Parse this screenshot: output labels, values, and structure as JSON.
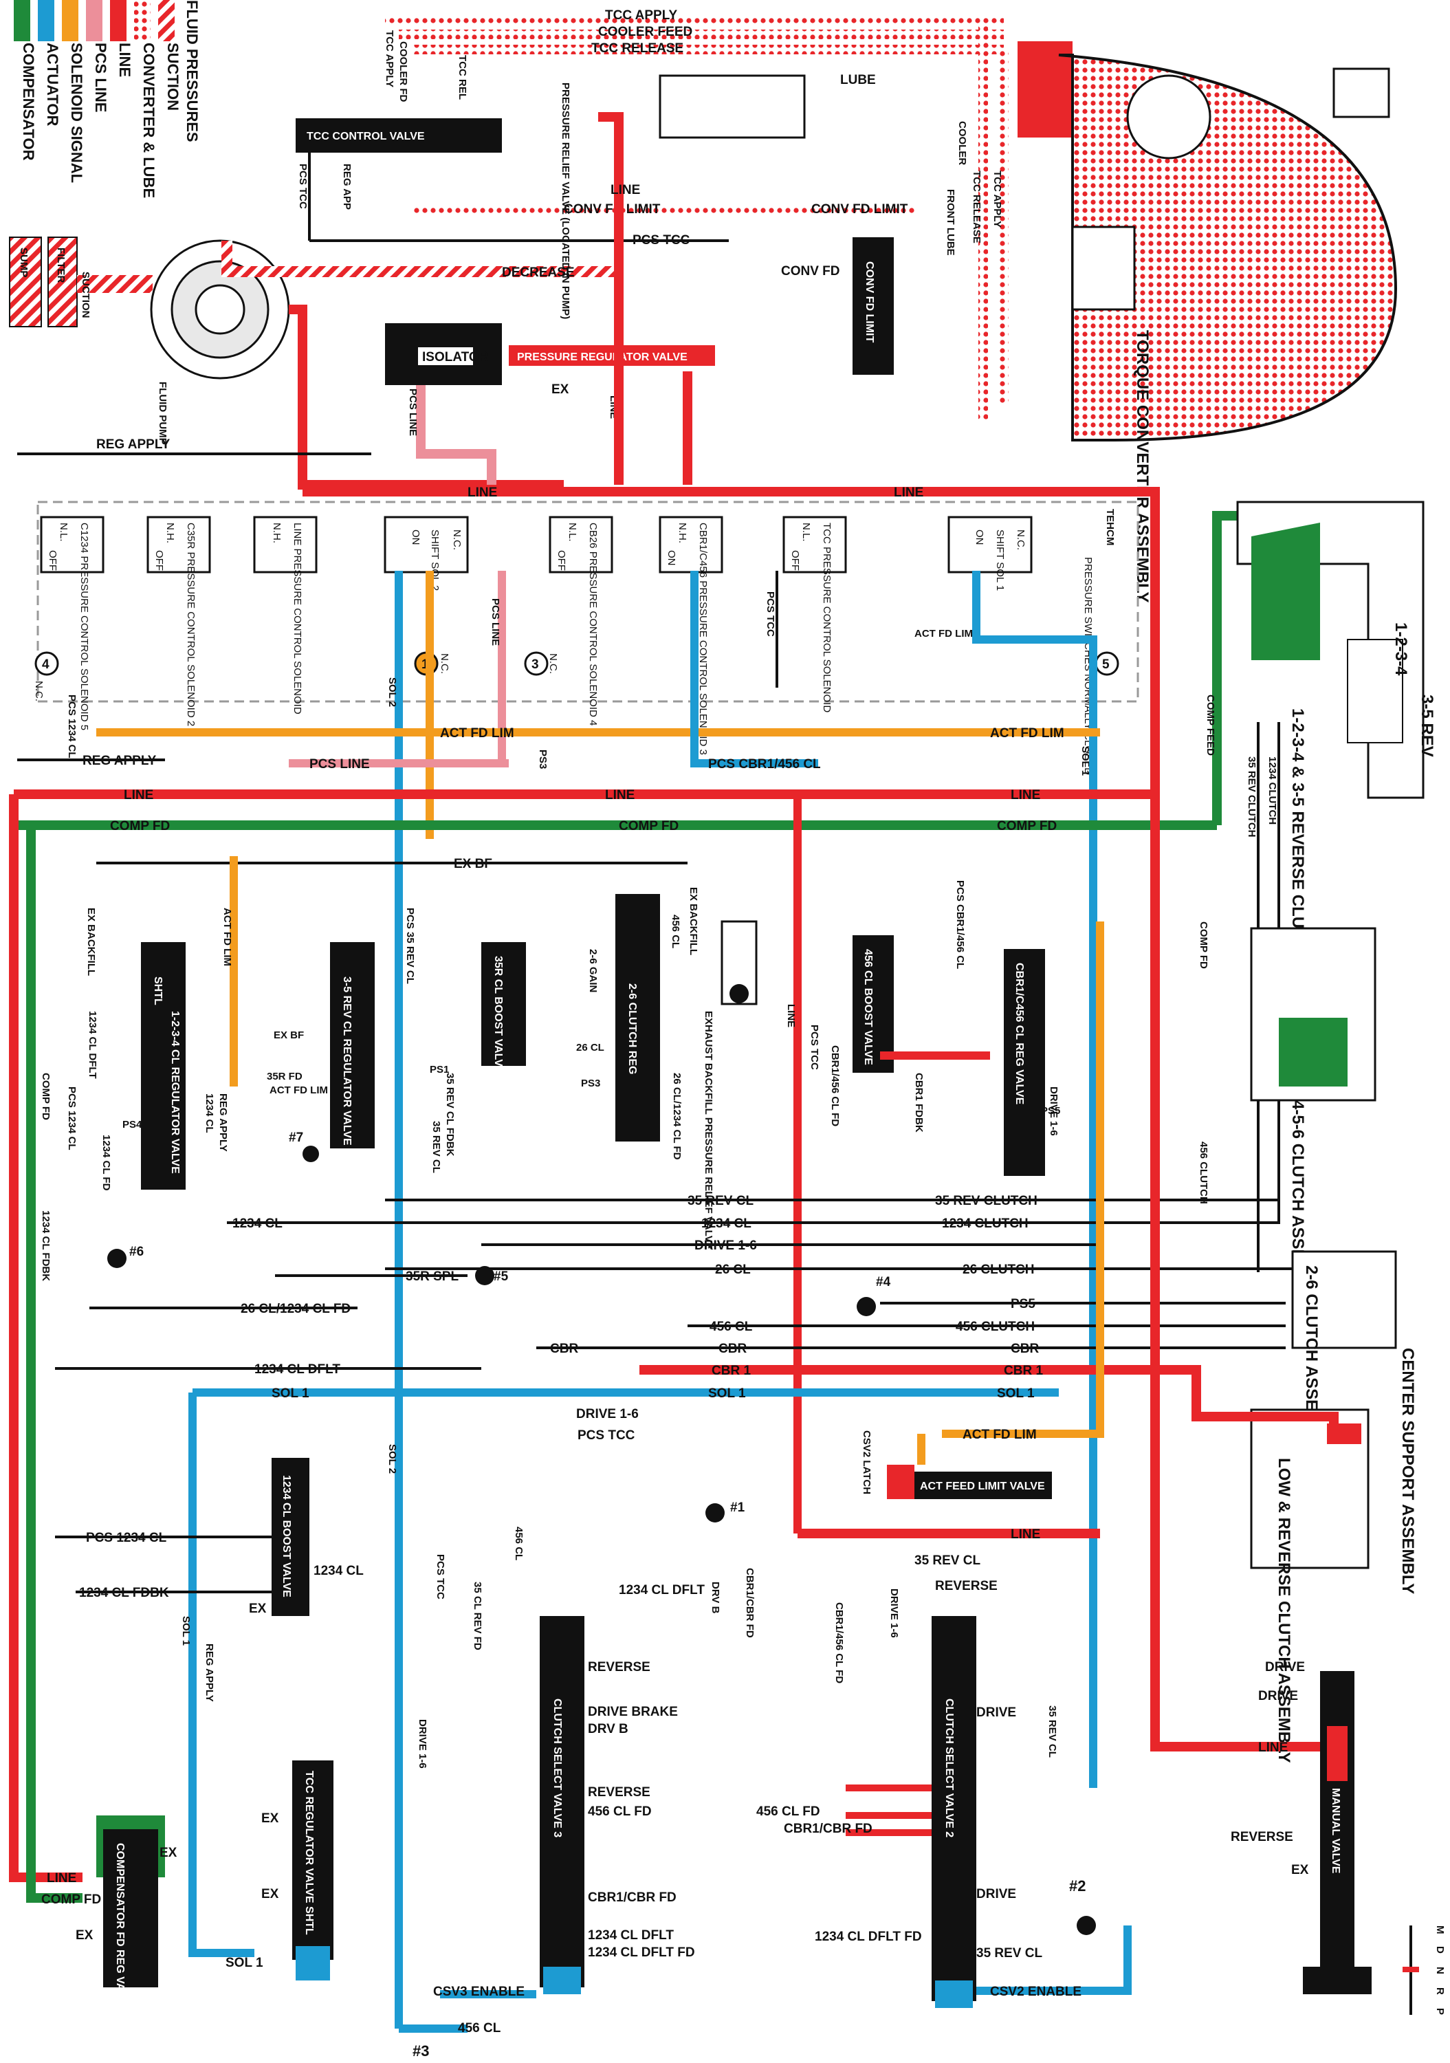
{
  "legend": {
    "title": "FLUID PRESSURES",
    "items": [
      {
        "label": "SUCTION",
        "color": "#e8262a",
        "pattern": "hatch"
      },
      {
        "label": "CONVERTER & LUBE",
        "color": "#e8262a",
        "pattern": "dots"
      },
      {
        "label": "LINE",
        "color": "#e8262a",
        "pattern": "solid"
      },
      {
        "label": "PCS LINE",
        "color": "#ec8f9a",
        "pattern": "solid"
      },
      {
        "label": "SOLENOID SIGNAL",
        "color": "#f39c1e",
        "pattern": "solid"
      },
      {
        "label": "ACTUATOR",
        "color": "#1d9bd2",
        "pattern": "solid"
      },
      {
        "label": "COMPENSATOR",
        "color": "#1f8a3a",
        "pattern": "solid"
      }
    ]
  },
  "colors": {
    "line": "#e8262a",
    "pcs_line": "#ec8f9a",
    "solenoid_signal": "#f39c1e",
    "actuator": "#1d9bd2",
    "compensator": "#1f8a3a",
    "exhaust": "#ffffff",
    "valve_body": "#111111"
  },
  "pump_area": {
    "sump": "SUMP",
    "filter": "FILTER",
    "suction": "SUCTION",
    "fluid_pump": "FLUID PUMP",
    "decrease": "DECREASE",
    "reg_apply": "REG APPLY",
    "isolator": "ISOLATOR",
    "pressure_regulator_valve": "PRESSURE REGULATOR VALVE",
    "ex": "EX",
    "pcs_line": "PCS LINE",
    "line": "LINE",
    "conv_fd": "CONV FD"
  },
  "tcc_area": {
    "tcc_apply": "TCC APPLY",
    "cooler_feed": "COOLER FEED",
    "tcc_release": "TCC RELEASE",
    "cooler_fd": "COOLER FD",
    "tcc_rel": "TCC REL",
    "tcc_control_valve": "TCC CONTROL VALVE",
    "reg_app": "REG APP",
    "pcs_tcc": "PCS TCC",
    "pressure_relief_valve": "PRESSURE RELIEF VALVE (LOCATED IN PUMP)",
    "lube": "LUBE",
    "cooler": "COOLER",
    "front_lube": "FRONT LUBE",
    "conv_fd_limit": "CONV FD LIMIT",
    "conv_fd_limit_valve": "CONV FD LIMIT",
    "tcc_apply_v": "TCC APPLY",
    "tcc_release_v": "TCC RELEASE",
    "line": "LINE"
  },
  "assemblies": {
    "torque_converter": "TORQUE CONVERTER ASSEMBLY",
    "clutch_1234_35rev": "1-2-3-4 & 3-5 REVERSE CLUTCH ASSEMBLY",
    "tag_1234": "1-2-3-4",
    "tag_35rev": "3-5 REV",
    "clutch_456": "4-5-6 CLUTCH ASSEMBLY",
    "clutch_26": "2-6 CLUTCH ASSEMBLY",
    "center_support": "CENTER SUPPORT ASSEMBLY",
    "low_reverse": "LOW & REVERSE CLUTCH ASSEMBLY"
  },
  "solenoids": [
    {
      "name": "C1234 PRESSURE CONTROL SOLENOID 5",
      "type": "N.L.",
      "state": "OFF"
    },
    {
      "name": "C35R PRESSURE CONTROL SOLENOID 2",
      "type": "N.H.",
      "state": "OFF"
    },
    {
      "name": "LINE PRESSURE CONTROL SOLENOID",
      "type": "N.H.",
      "state": ""
    },
    {
      "name": "SHIFT SOL 2",
      "type": "N.C.",
      "state": "ON"
    },
    {
      "name": "CB26 PRESSURE CONTROL SOLENOID 4",
      "type": "N.L.",
      "state": "OFF"
    },
    {
      "name": "CBR1/C456 PRESSURE CONTROL SOLENOID 3",
      "type": "N.H.",
      "state": "ON"
    },
    {
      "name": "TCC PRESSURE CONTROL SOLENOID",
      "type": "N.L.",
      "state": "OFF"
    },
    {
      "name": "SHIFT SOL 1",
      "type": "N.C.",
      "state": "ON"
    }
  ],
  "tehcm": {
    "label": "TEHCM",
    "switches": "PRESSURE SWITCHES NORMALLY CLOSED",
    "nc": "N.C.",
    "sw1": "1",
    "sw3": "3",
    "sw4": "4",
    "sw5": "5",
    "act_fd_lim": "ACT FD LIM",
    "pcs_line": "PCS LINE",
    "sol2": "SOL 2",
    "sol1": "SOL 1",
    "pcs_tcc": "PCS TCC",
    "pcs_1234_cl": "PCS 1234 CL",
    "ps3": "PS3"
  },
  "buses": {
    "line": "LINE",
    "comp_fd": "COMP FD",
    "act_fd_lim": "ACT FD LIM",
    "pcs_line": "PCS LINE",
    "reg_apply": "REG APPLY",
    "pcs_cbr1_456_cl": "PCS CBR1/456 CL",
    "ex_bf": "EX BF",
    "comp_feed": "COMP FEED",
    "cl_35_rev": "35 REV CLUTCH",
    "cl_1234": "1234 CLUTCH",
    "comp_fd_r": "COMP FD",
    "ps5": "PS5",
    "sol1": "SOL 1",
    "cl_456": "456 CLUTCH"
  },
  "mid_valves": {
    "shtl_1234": "1-2-3-4 CL REGULATOR VALVE",
    "shtl": "SHTL",
    "rev_35_reg": "3-5 REV CL REGULATOR VALVE",
    "boost_35r": "35R CL BOOST VALVE",
    "gain_26": "2-6 GAIN",
    "clutch_reg_26": "2-6 CLUTCH REG",
    "exhaust_backfill": "EXHAUST BACKFILL PRESSURE RELIEF VALVE",
    "boost_456": "456 CL BOOST VALVE",
    "reg_cbr1_456": "CBR1/C456 CL REG VALVE",
    "ex_backfill": "EX BACKFILL",
    "pcs_35_rev_cl": "PCS 35 REV CL",
    "ex": "EX",
    "ex_bf": "EX BF",
    "act_fd_lim": "ACT FD LIM",
    "rev_35_fd": "35R FD",
    "reg_apply": "REG APPLY",
    "cl_1234": "1234 CL",
    "ps4": "PS4",
    "pcs_1234_cl": "PCS 1234 CL",
    "cl_1234_dflt": "1234 CL DFLT",
    "cl_1234_fd": "1234 CL FD",
    "ps1": "PS1",
    "rev_cl_fdbk_35": "35 REV CL FDBK",
    "rev_cl_35": "35 REV CL",
    "cl_26": "26 CL",
    "ps3": "PS3",
    "cl_26_1234_fd": "26 CL/1234 CL FD",
    "cl_456": "456 CL",
    "pcs_cbr1_456_cl": "PCS CBR1/456 CL",
    "cbr1_456_cl_fd": "CBR1/456 CL FD",
    "cbr1_fdbk": "CBR1 FDBK",
    "drive_16": "DRIVE 1-6",
    "ps5": "PS5",
    "line": "LINE",
    "pcs_tcc": "PCS TCC",
    "sol2": "SOL 2",
    "chk7": "#7",
    "chk6": "#6",
    "cl_1234_fdbk": "1234 CL FDBK",
    "comp_fd": "COMP FD",
    "cl_35_rev_r": "35 REV CLUTCH",
    "cl_1234_r": "1234 CLUTCH",
    "cl_456_r": "456 CLUTCH"
  },
  "lower_buses": {
    "rev_cl_35": "35 REV CL",
    "rev_clutch_35": "35 REV CLUTCH",
    "cl_1234": "1234 CL",
    "clutch_1234": "1234 CLUTCH",
    "drive_16": "DRIVE 1-6",
    "cl_26": "26 CL",
    "clutch_26": "26 CLUTCH",
    "spl_35r": "35R SPL",
    "chk5": "#5",
    "chk4": "#4",
    "cl_26_1234_fd": "26 CL/1234 CL FD",
    "ps5": "PS5",
    "cl_456": "456 CL",
    "clutch_456": "456 CLUTCH",
    "cbr": "CBR",
    "cl_1234_dflt": "1234 CL DFLT",
    "cbr1": "CBR 1",
    "sol1": "SOL 1",
    "pcs_tcc": "PCS TCC",
    "act_fd_lim": "ACT FD LIM",
    "act_feed_limit_valve": "ACT FEED LIMIT VALVE",
    "line": "LINE",
    "clutch_26_v": "26 CLUTCH"
  },
  "bottom_area": {
    "boost_1234": "1234 CL BOOST VALVE",
    "pcs_1234_cl": "PCS 1234 CL",
    "cl_1234_fdbk": "1234 CL FDBK",
    "cl_1234": "1234 CL",
    "ex": "EX",
    "sol1": "SOL 1",
    "reg_apply": "REG APPLY",
    "sol2": "SOL 2",
    "pcs_tcc": "PCS TCC",
    "drive_16": "DRIVE 1-6",
    "rev_fd_35": "35 CL REV FD",
    "cl_456": "456 CL",
    "tcc_reg_valve": "TCC REGULATOR VALVE SHTL",
    "comp_fd_reg": "COMPENSATOR FD REG VALVE",
    "line": "LINE",
    "comp_fd": "COMP FD",
    "csv3_enable": "CSV3 ENABLE",
    "chk3": "#3",
    "cl_1234_dflt": "1234 CL DFLT",
    "cbr1_cbr_fd": "CBR1/CBR FD",
    "drv_b": "DRV B",
    "chk1": "#1",
    "csv2_latch": "CSV2 LATCH",
    "cbr1_456_cl_fd": "CBR1/456 CL FD",
    "drive_16_b": "DRIVE 1-6",
    "rev_cl_35": "35 REV CL",
    "reverse": "REVERSE",
    "clutch_select_3": "CLUTCH SELECT VALVE 3",
    "drive_brake": "DRIVE BRAKE",
    "cl_fd_456": "456 CL FD",
    "cbr1_cbr_fd_b": "CBR1/CBR FD",
    "cl_1234_dflt_fd": "1234 CL DFLT FD",
    "clutch_select_2": "CLUTCH SELECT VALVE 2",
    "drive": "DRIVE",
    "csv2_enable": "CSV2 ENABLE",
    "chk2": "#2",
    "manual_valve": "MANUAL VALVE",
    "rev_cl_35_b": "35 REV CL",
    "cl_456_b": "456 CL"
  },
  "prndl": [
    "P",
    "R",
    "N",
    "D",
    "M"
  ]
}
